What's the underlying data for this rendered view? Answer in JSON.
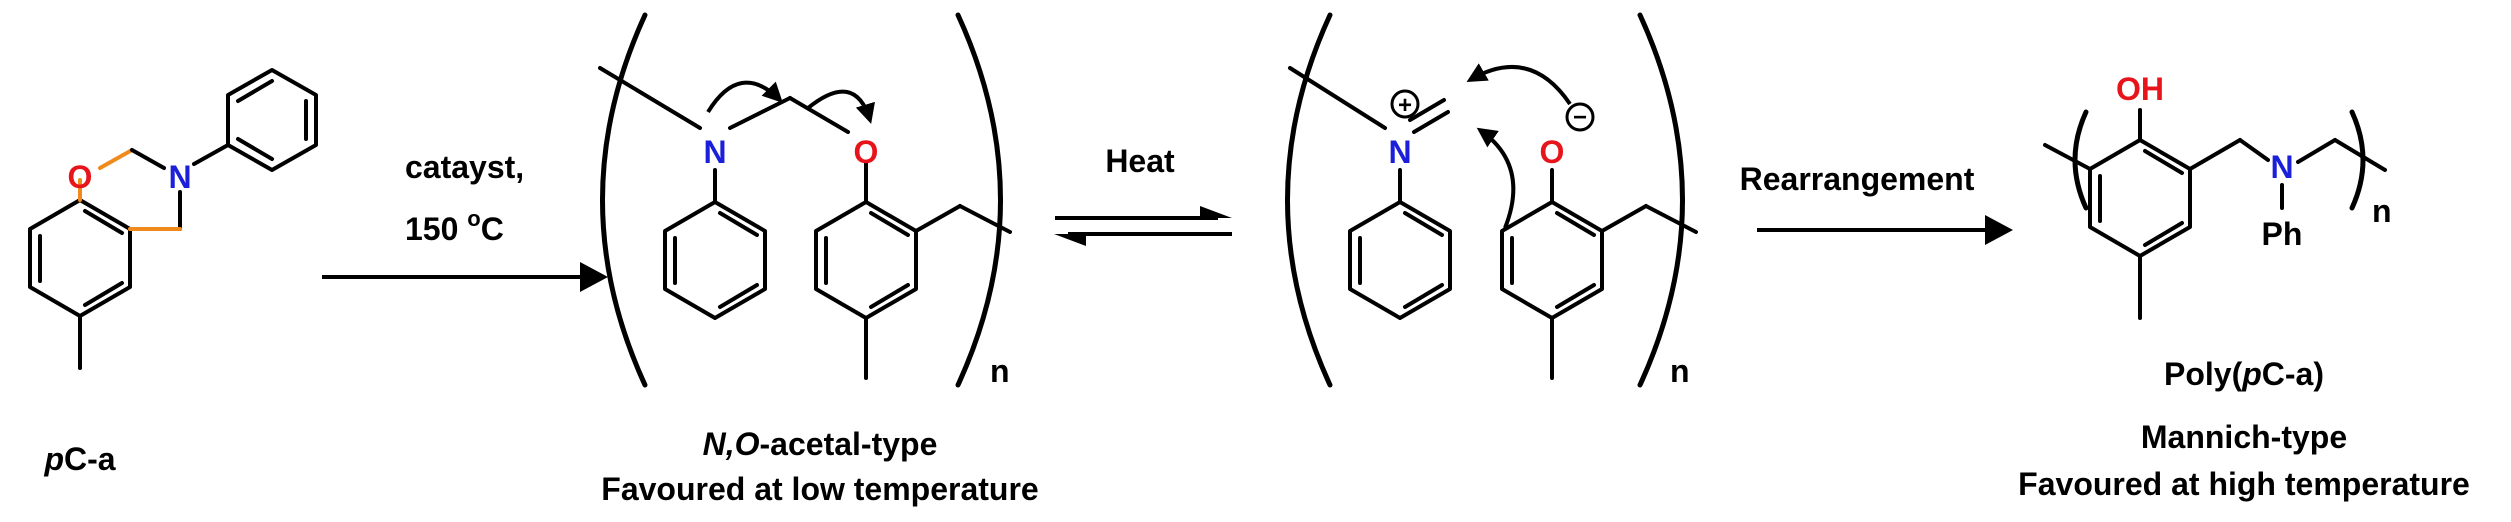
{
  "colors": {
    "oxygen": "#e8141b",
    "nitrogen": "#1b1fd9",
    "highlight_bond": "#f08a1c",
    "ink": "#000000"
  },
  "monomer": {
    "name_prefix": "p",
    "name_suffix": "C-a"
  },
  "step1": {
    "line1": "catayst,",
    "line2_value": "150 ",
    "line2_degree": "o",
    "line2_unit": "C"
  },
  "acetal": {
    "repeat": "n",
    "type_italic": "N,O",
    "type_rest": "-acetal-type",
    "caption": "Favoured at low temperature"
  },
  "equilibrium": {
    "label": "Heat"
  },
  "iminium": {
    "repeat": "n"
  },
  "rearrangement": {
    "label": "Rearrangement"
  },
  "product": {
    "repeat": "n",
    "name_start": "Poly(",
    "name_italic": "p",
    "name_end": "C-a)",
    "type": "Mannich-type",
    "caption": "Favoured at high temperature"
  },
  "atoms": {
    "O": "O",
    "N": "N",
    "OH": "OH",
    "Ph": "Ph",
    "plus": "+",
    "minus": "−"
  }
}
